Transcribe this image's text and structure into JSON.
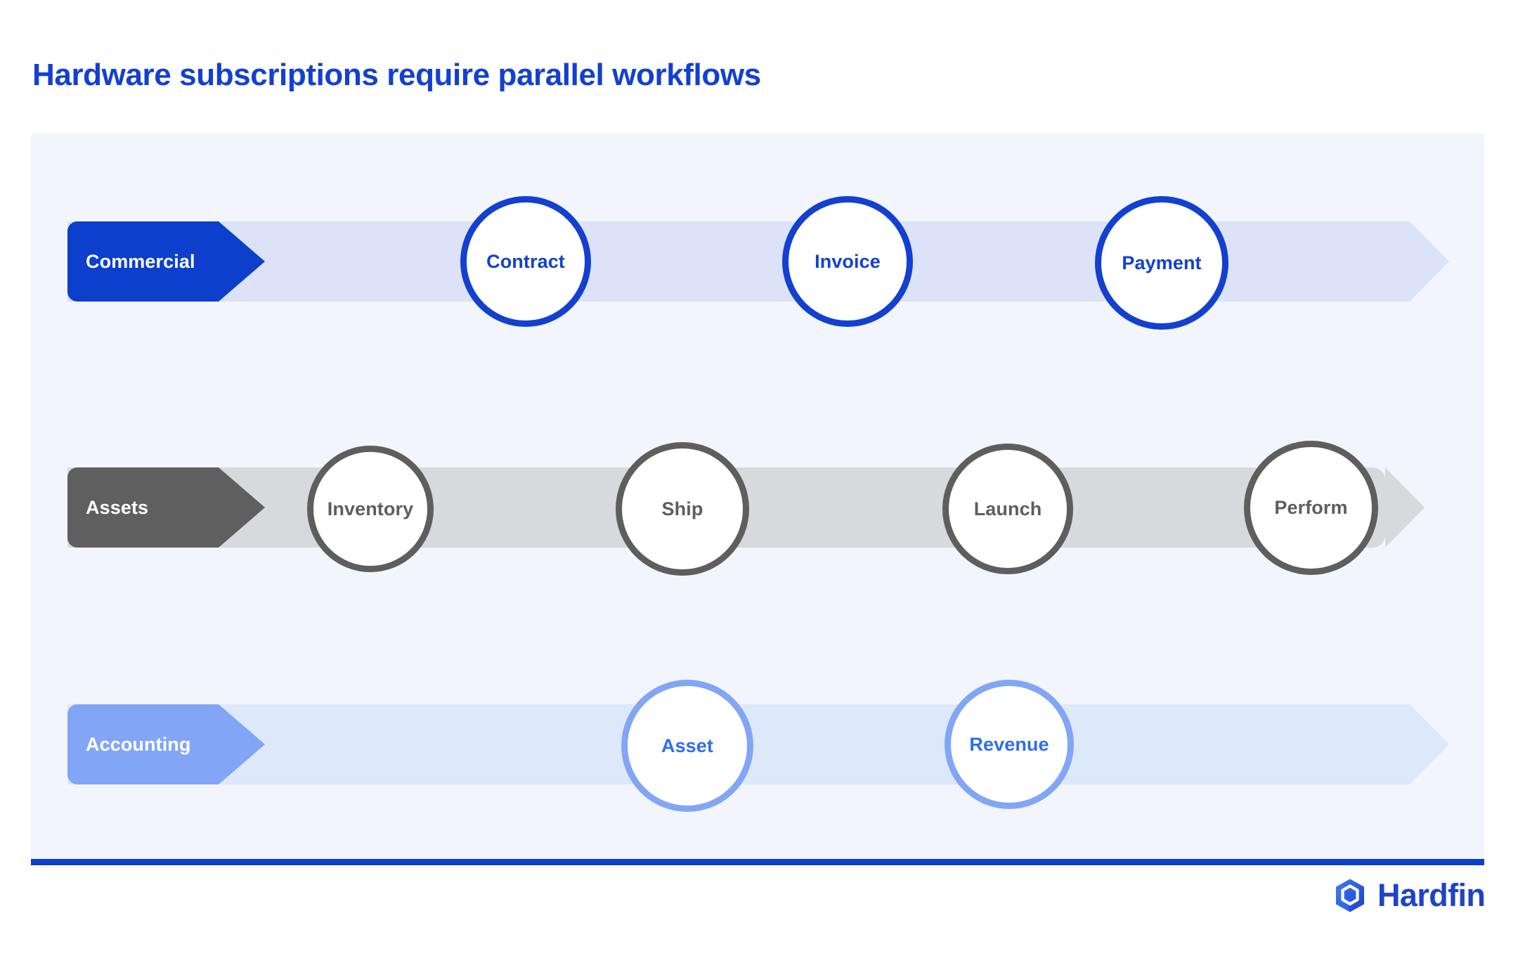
{
  "title": "Hardware subscriptions require parallel workflows",
  "colors": {
    "title_blue": "#1340D0",
    "panel_bg": "#F2F5FC",
    "panel_rule": "#0C3FCC",
    "commercial_tag": "#0C3FCC",
    "commercial_track": "#DCE3F8",
    "commercial_stroke": "#1340D0",
    "assets_tag": "#605F5F",
    "assets_track": "#D8D9DC",
    "assets_stroke": "#5E5E5E",
    "accounting_tag": "#82A6F5",
    "accounting_track": "#DEE8FB",
    "accounting_stroke": "#82A6F5",
    "accounting_text": "#2F6DF0",
    "logo_blue": "#1E43C8"
  },
  "diagram": {
    "type": "swimlane-process",
    "lanes": [
      {
        "id": "commercial",
        "label": "Commercial",
        "nodes": [
          {
            "label": "Contract"
          },
          {
            "label": "Invoice"
          },
          {
            "label": "Payment"
          }
        ]
      },
      {
        "id": "assets",
        "label": "Assets",
        "nodes": [
          {
            "label": "Inventory"
          },
          {
            "label": "Ship"
          },
          {
            "label": "Launch"
          },
          {
            "label": "Perform"
          }
        ]
      },
      {
        "id": "accounting",
        "label": "Accounting",
        "nodes": [
          {
            "label": "Asset"
          },
          {
            "label": "Revenue"
          }
        ]
      }
    ]
  },
  "brand": {
    "name": "Hardfin",
    "mark": "hexagon-nut-icon"
  }
}
